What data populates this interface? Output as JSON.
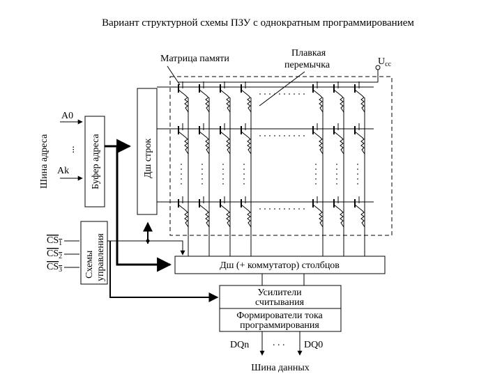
{
  "title": "Вариант структурной схемы ПЗУ с однократным программированием",
  "labels": {
    "memory_matrix": "Матрица  памяти",
    "fuse_line1": "Плавкая",
    "fuse_line2": "перемычка",
    "ucc_main": "U",
    "ucc_sub": "cc",
    "address_bus": "Шина адреса",
    "a0": "A0",
    "ak": "Ak",
    "dots": "...",
    "address_buffer": "Буфер адреса",
    "row_decoder": "Дш строк",
    "control_line1": "Схемы",
    "control_line2": "управления",
    "cs1": "CS",
    "cs1_sub": "1",
    "cs2": "CS",
    "cs2_sub": "2",
    "cs3": "CS",
    "cs3_sub": "3",
    "column_decoder": "Дш  (+ коммутатор)  столбцов",
    "sense_amp_line1": "Усилители",
    "sense_amp_line2": "считывания",
    "prog_line1": "Формирователи тока",
    "prog_line2": "программирования",
    "dqn": "DQn",
    "dq0": "DQ0",
    "dq_dots": ". . .",
    "data_bus": "Шина данных"
  }
}
